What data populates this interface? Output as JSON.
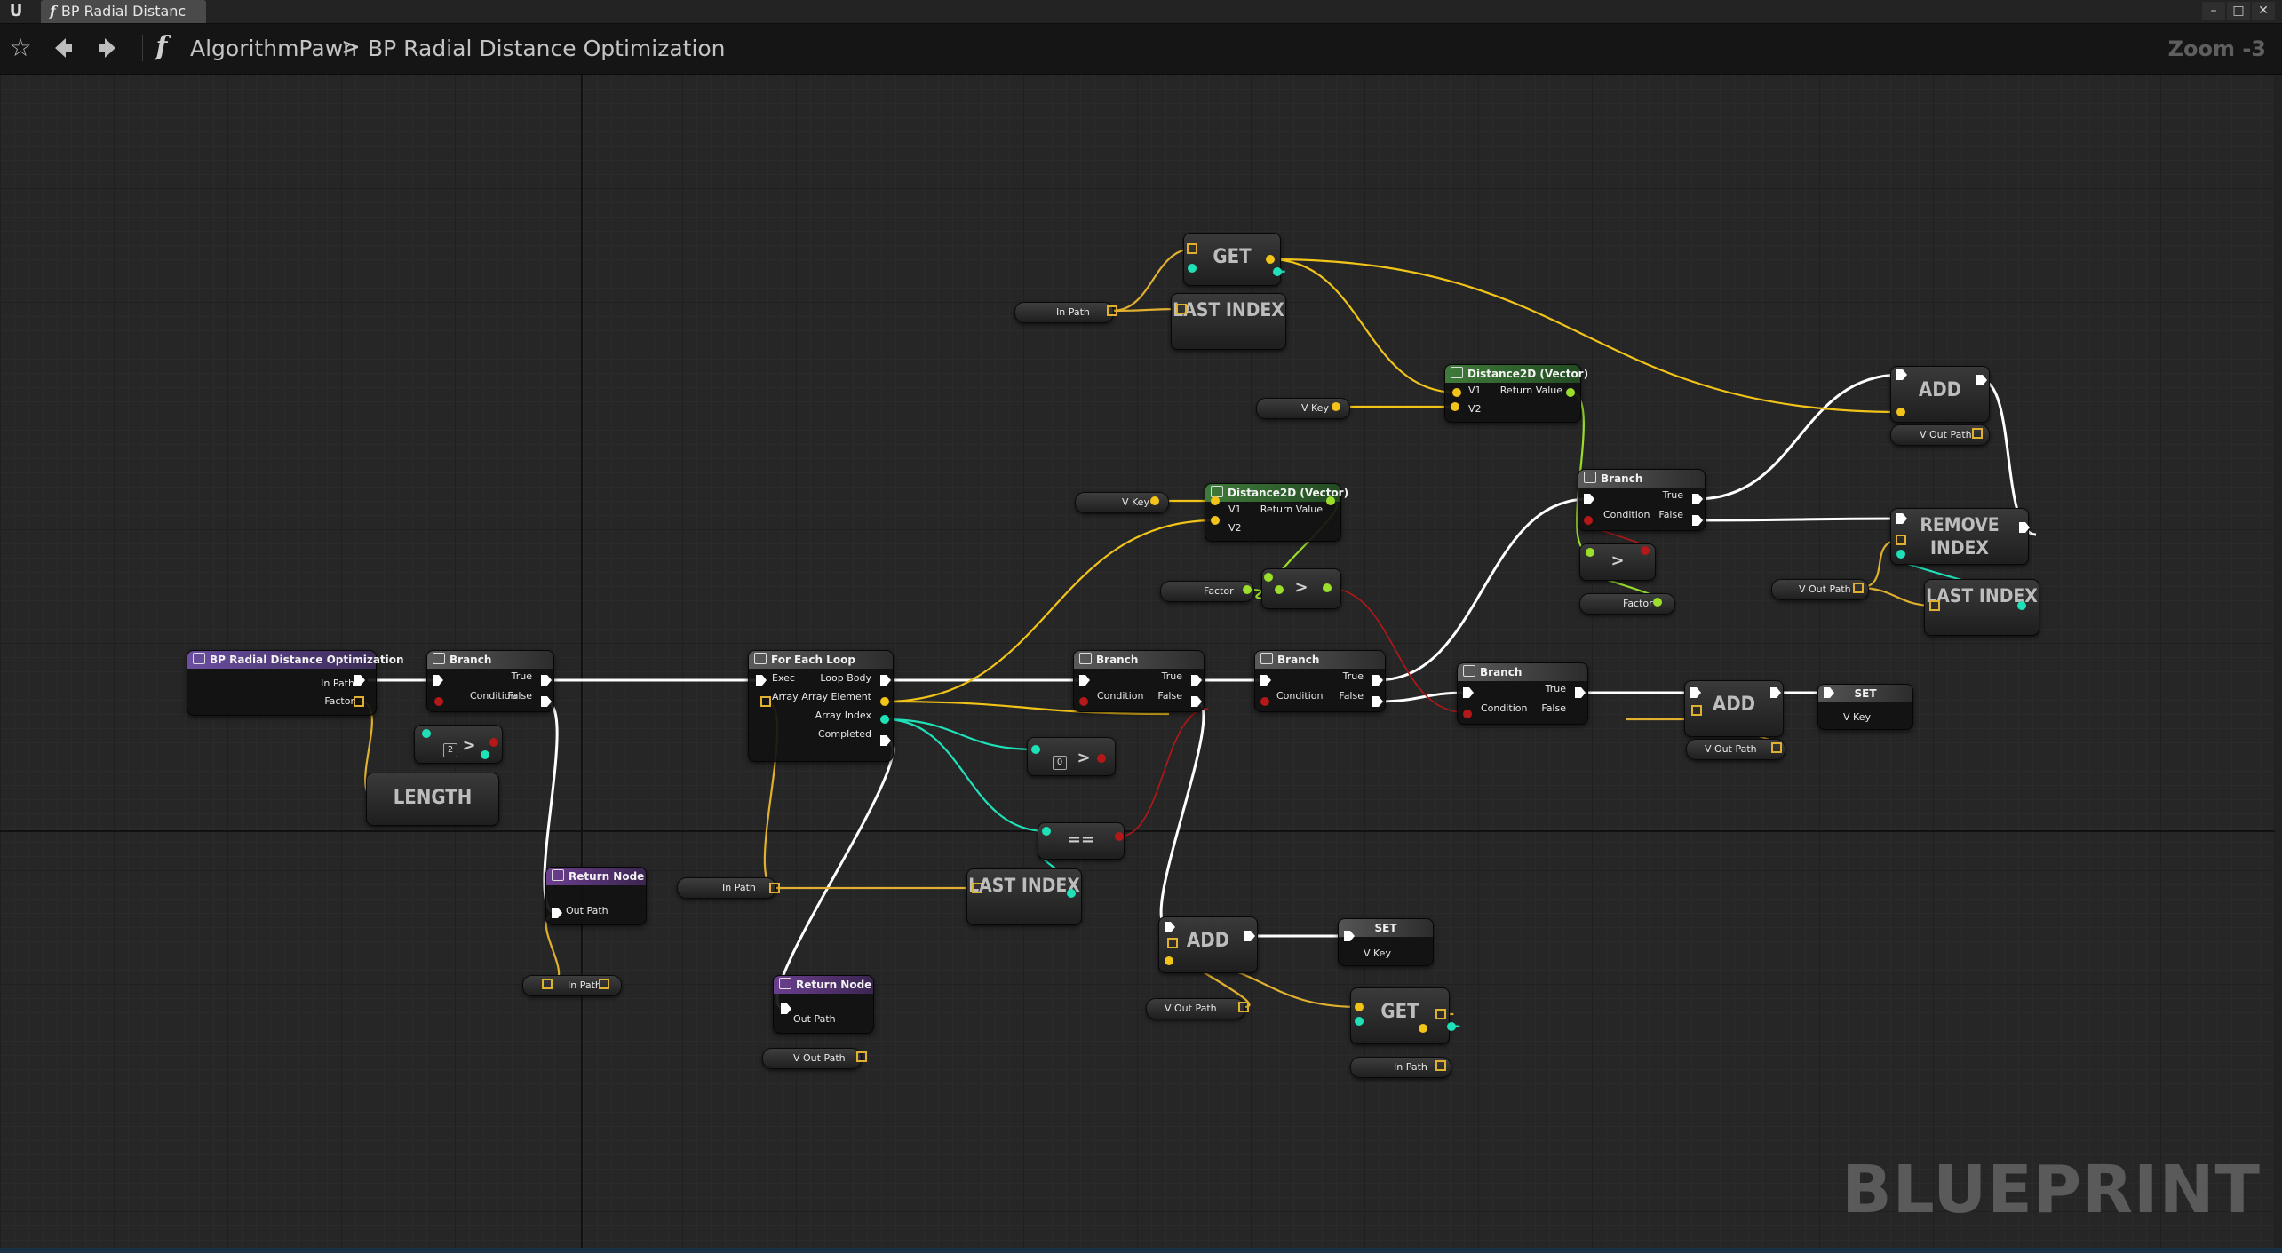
{
  "window": {
    "tab_title": "BP Radial Distanc",
    "tab_icon": "function-icon",
    "controls": [
      "–",
      "□",
      "✕"
    ]
  },
  "toolbar": {
    "icons": [
      "star-icon",
      "back-arrow-icon",
      "forward-arrow-icon",
      "function-icon"
    ],
    "breadcrumb": [
      "AlgorithmPawn",
      "BP Radial Distance Optimization"
    ],
    "breadcrumb_separator": ">",
    "zoom": "Zoom -3"
  },
  "graph": {
    "watermark": "BLUEPRINT",
    "colors": {
      "exec": "#ffffff",
      "array": "#e0b030",
      "vector": "#f2c318",
      "integer": "#1fe1b8",
      "boolean": "#b41818",
      "float": "#9bde2c"
    },
    "nodes": {
      "entry": {
        "title": "BP Radial Distance Optimization",
        "pins": [
          "In Path",
          "Factor"
        ]
      },
      "branch_1": {
        "title": "Branch",
        "pins": [
          "Condition",
          "True",
          "False"
        ]
      },
      "length": {
        "label": "LENGTH"
      },
      "compare_1": {
        "symbol": ">",
        "literal": "2"
      },
      "return_1": {
        "title": "Return Node",
        "pins": [
          "Out Path"
        ]
      },
      "var_in_path_1": {
        "label": "In Path"
      },
      "foreach": {
        "title": "For Each Loop",
        "pins": [
          "Exec",
          "Array",
          "Loop Body",
          "Array Element",
          "Array Index",
          "Completed"
        ]
      },
      "var_in_path_2": {
        "label": "In Path"
      },
      "return_2": {
        "title": "Return Node",
        "pins": [
          "Out Path"
        ]
      },
      "var_v_out_path_1": {
        "label": "V Out Path"
      },
      "last_index_1": {
        "label": "LAST INDEX"
      },
      "compare_0": {
        "symbol": ">",
        "literal": "0"
      },
      "equals": {
        "symbol": "=="
      },
      "branch_2": {
        "title": "Branch",
        "pins": [
          "Condition",
          "True",
          "False"
        ]
      },
      "branch_3": {
        "title": "Branch",
        "pins": [
          "Condition",
          "True",
          "False"
        ]
      },
      "add_1": {
        "label": "ADD"
      },
      "set_1": {
        "title": "SET",
        "pins": [
          "V Key"
        ]
      },
      "get_1": {
        "label": "GET"
      },
      "var_v_out_path_2": {
        "label": "V Out Path"
      },
      "var_in_path_3": {
        "label": "In Path"
      },
      "var_v_key_1": {
        "label": "V Key"
      },
      "distance_1": {
        "title": "Distance2D (Vector)",
        "pins": [
          "V1",
          "V2",
          "Return Value"
        ]
      },
      "var_factor_1": {
        "label": "Factor"
      },
      "compare_2": {
        "symbol": ">"
      },
      "get_2": {
        "label": "GET"
      },
      "last_index_2": {
        "label": "LAST INDEX"
      },
      "var_in_path_4": {
        "label": "In Path"
      },
      "var_v_key_2": {
        "label": "V Key"
      },
      "distance_2": {
        "title": "Distance2D (Vector)",
        "pins": [
          "V1",
          "V2",
          "Return Value"
        ]
      },
      "branch_4": {
        "title": "Branch",
        "pins": [
          "Condition",
          "True",
          "False"
        ]
      },
      "compare_3": {
        "symbol": ">"
      },
      "var_factor_2": {
        "label": "Factor"
      },
      "branch_5": {
        "title": "Branch",
        "pins": [
          "Condition",
          "True",
          "False"
        ]
      },
      "add_2": {
        "label": "ADD"
      },
      "var_v_out_path_3": {
        "label": "V Out Path"
      },
      "set_2": {
        "title": "SET",
        "pins": [
          "V Key"
        ]
      },
      "add_3": {
        "label": "ADD"
      },
      "var_v_out_path_4": {
        "label": "V Out Path"
      },
      "remove_index": {
        "label": "REMOVE INDEX"
      },
      "last_index_3": {
        "label": "LAST INDEX"
      },
      "var_v_out_path_5": {
        "label": "V Out Path"
      }
    }
  }
}
